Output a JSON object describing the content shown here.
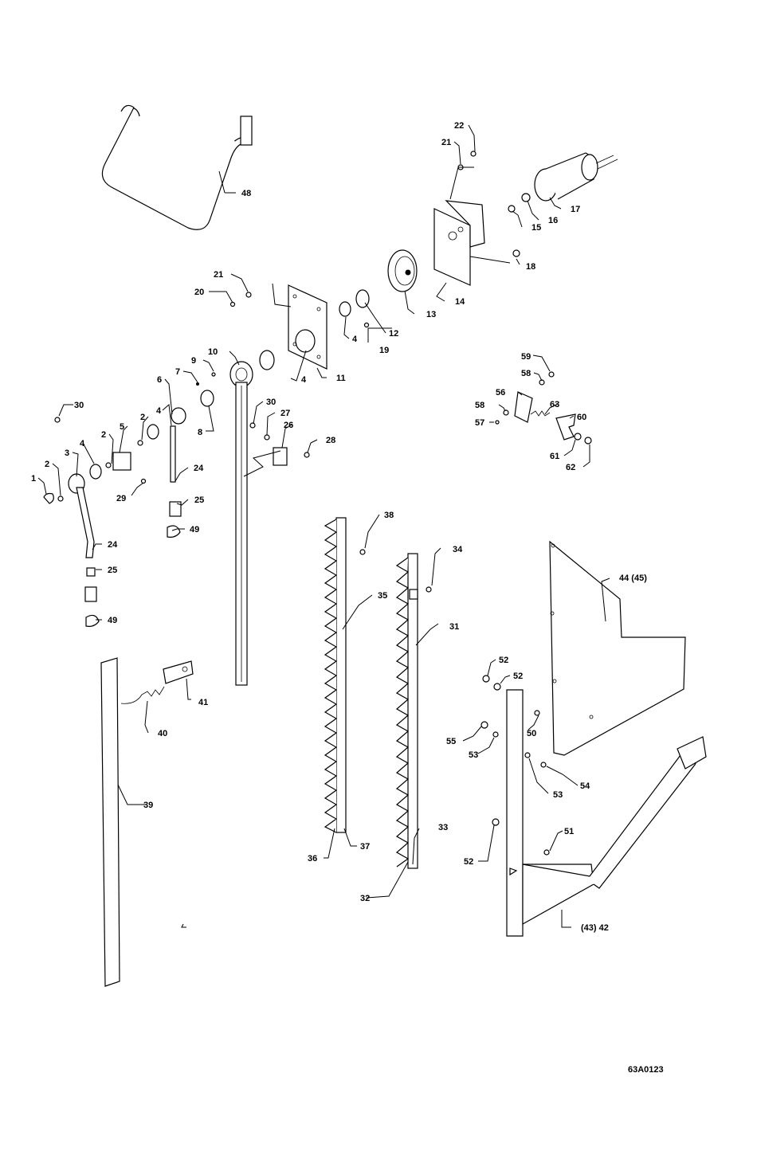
{
  "figure_id": "63A0123",
  "callouts": [
    {
      "label": "1"
    },
    {
      "label": "2"
    },
    {
      "label": "2"
    },
    {
      "label": "2"
    },
    {
      "label": "3"
    },
    {
      "label": "4"
    },
    {
      "label": "4"
    },
    {
      "label": "4"
    },
    {
      "label": "4"
    },
    {
      "label": "5"
    },
    {
      "label": "6"
    },
    {
      "label": "7"
    },
    {
      "label": "8"
    },
    {
      "label": "9"
    },
    {
      "label": "10"
    },
    {
      "label": "11"
    },
    {
      "label": "12"
    },
    {
      "label": "13"
    },
    {
      "label": "14"
    },
    {
      "label": "15"
    },
    {
      "label": "16"
    },
    {
      "label": "17"
    },
    {
      "label": "18"
    },
    {
      "label": "19"
    },
    {
      "label": "20"
    },
    {
      "label": "21"
    },
    {
      "label": "21"
    },
    {
      "label": "22"
    },
    {
      "label": "24"
    },
    {
      "label": "24"
    },
    {
      "label": "25"
    },
    {
      "label": "25"
    },
    {
      "label": "26"
    },
    {
      "label": "27"
    },
    {
      "label": "28"
    },
    {
      "label": "29"
    },
    {
      "label": "30"
    },
    {
      "label": "30"
    },
    {
      "label": "31"
    },
    {
      "label": "32"
    },
    {
      "label": "33"
    },
    {
      "label": "34"
    },
    {
      "label": "35"
    },
    {
      "label": "36"
    },
    {
      "label": "37"
    },
    {
      "label": "38"
    },
    {
      "label": "39"
    },
    {
      "label": "40"
    },
    {
      "label": "41"
    },
    {
      "label": "(43) 42"
    },
    {
      "label": "44 (45)"
    },
    {
      "label": "48"
    },
    {
      "label": "49"
    },
    {
      "label": "49"
    },
    {
      "label": "50"
    },
    {
      "label": "51"
    },
    {
      "label": "52"
    },
    {
      "label": "52"
    },
    {
      "label": "52"
    },
    {
      "label": "53"
    },
    {
      "label": "53"
    },
    {
      "label": "54"
    },
    {
      "label": "55"
    },
    {
      "label": "56"
    },
    {
      "label": "57"
    },
    {
      "label": "58"
    },
    {
      "label": "58"
    },
    {
      "label": "59"
    },
    {
      "label": "60"
    },
    {
      "label": "61"
    },
    {
      "label": "62"
    },
    {
      "label": "63"
    }
  ]
}
